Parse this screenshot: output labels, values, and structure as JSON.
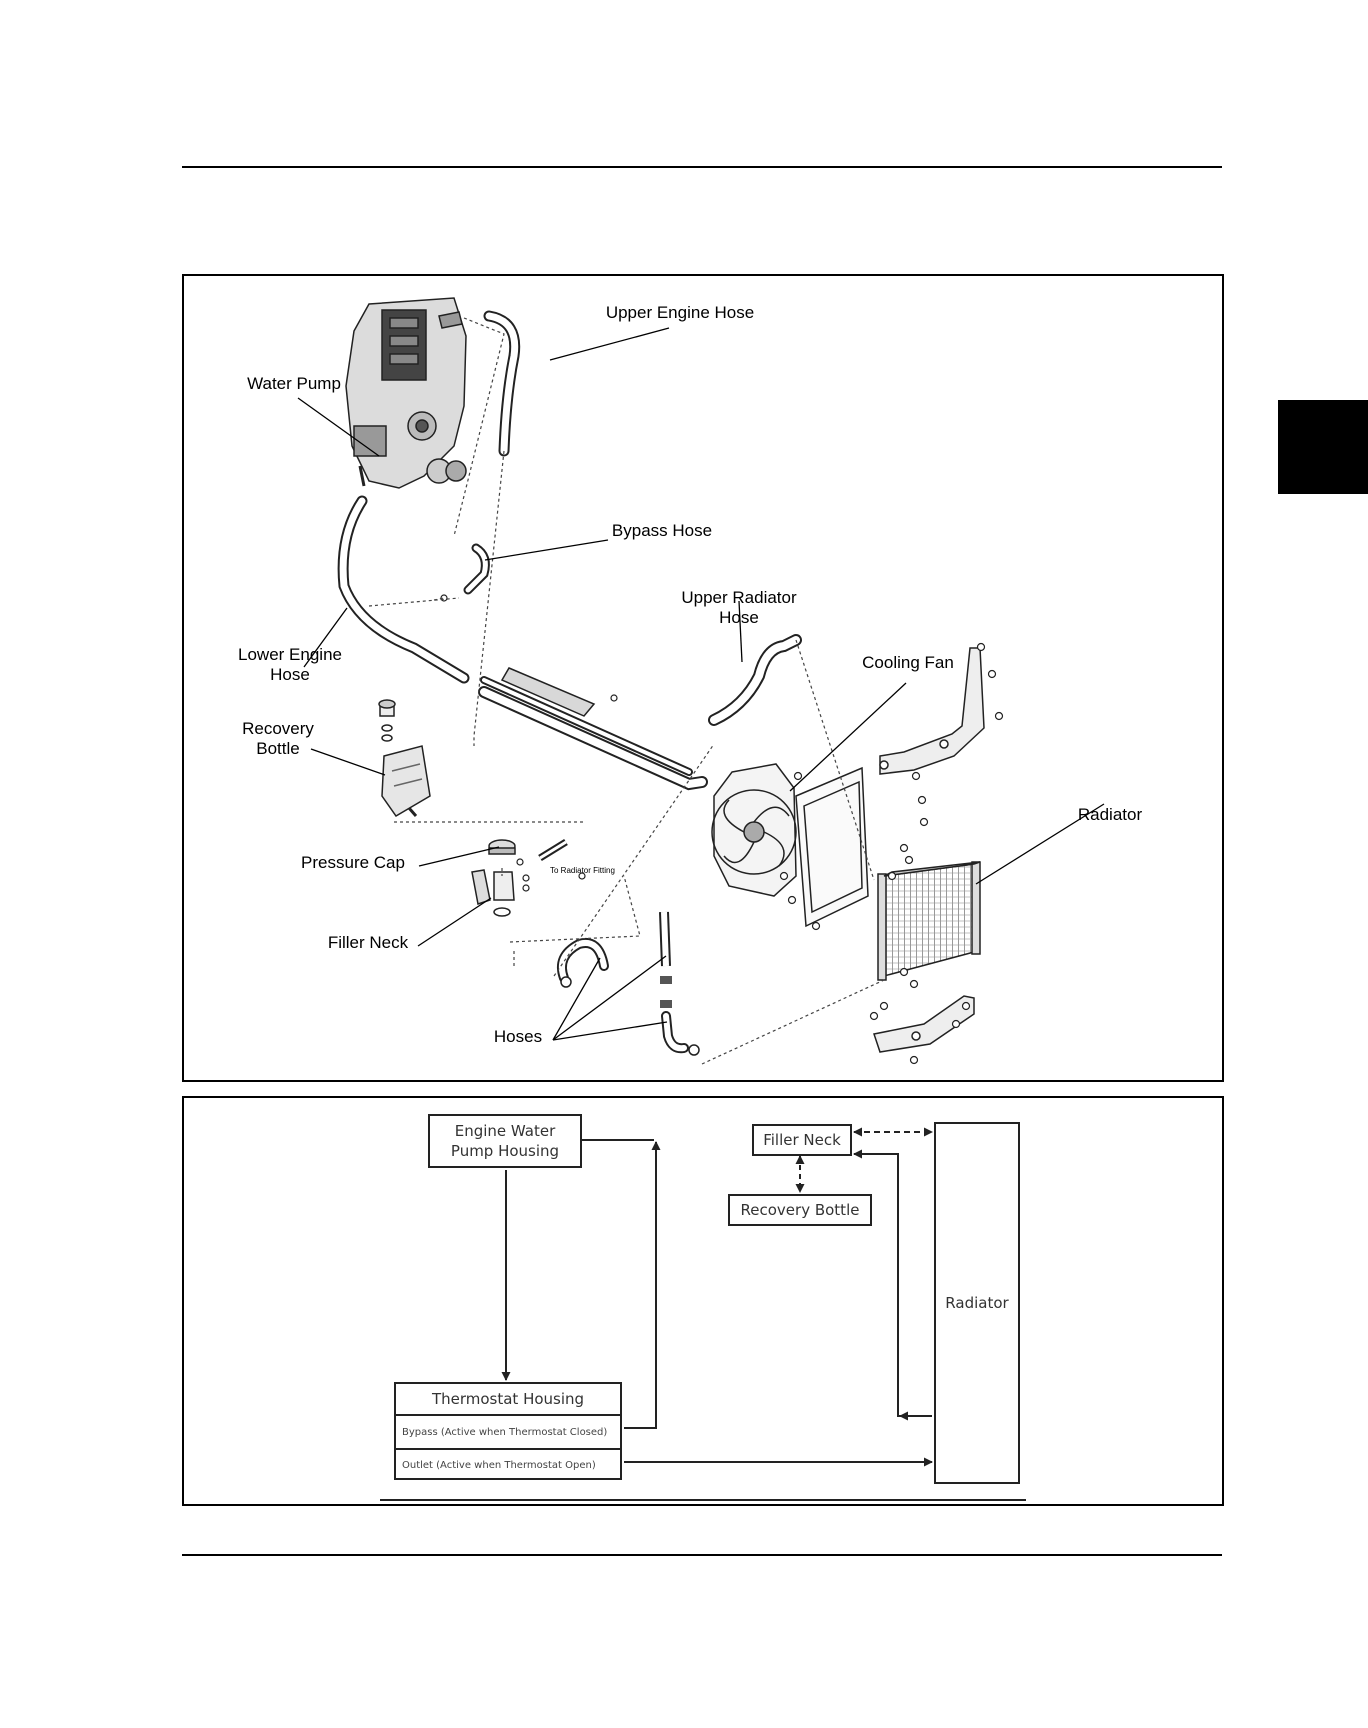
{
  "illustration": {
    "labels": {
      "upper_engine_hose": "Upper Engine Hose",
      "water_pump": "Water Pump",
      "bypass_hose": "Bypass Hose",
      "upper_radiator_hose": "Upper Radiator\nHose",
      "cooling_fan": "Cooling Fan",
      "lower_engine_hose": "Lower Engine\nHose",
      "recovery_bottle": "Recovery\nBottle",
      "radiator": "Radiator",
      "pressure_cap": "Pressure Cap",
      "to_radiator_fitting": "To Radiator Fitting",
      "filler_neck": "Filler Neck",
      "hoses": "Hoses"
    }
  },
  "flow_diagram": {
    "engine_water_pump_housing": "Engine Water\nPump Housing",
    "filler_neck": "Filler Neck",
    "recovery_bottle": "Recovery Bottle",
    "radiator": "Radiator",
    "thermostat_housing": "Thermostat Housing",
    "bypass": "Bypass (Active when Thermostat Closed)",
    "outlet": "Outlet (Active when Thermostat Open)"
  }
}
